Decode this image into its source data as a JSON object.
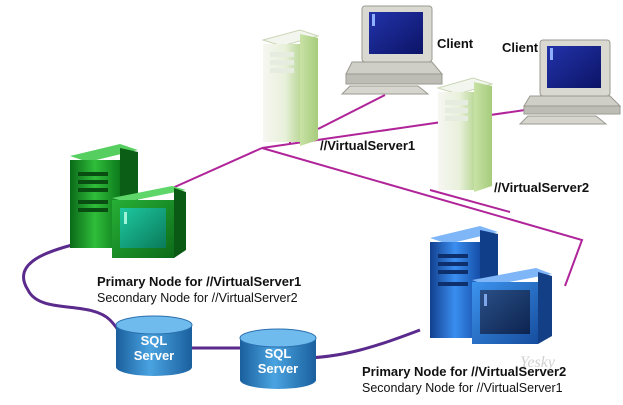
{
  "labels": {
    "client_1": "Client",
    "client_2": "Client",
    "virtual_server_1": "//VirtualServer1",
    "virtual_server_2": "//VirtualServer2",
    "node1_primary": "Primary Node for //VirtualServer1",
    "node1_secondary": "Secondary Node for //VirtualServer2",
    "node2_primary": "Primary Node for //VirtualServer2",
    "node2_secondary": "Secondary Node for //VirtualServer1"
  },
  "databases": [
    {
      "line1": "SQL",
      "line2": "Server"
    },
    {
      "line1": "SQL",
      "line2": "Server"
    }
  ],
  "watermark": "Yesky",
  "colors": {
    "network_line": "#b0249a",
    "storage_link": "#5a2a8c",
    "node1_tower": "#1f9a2a",
    "node2_tower": "#1d5fc0",
    "database": "#2e84c4",
    "virtual_server": "#cfe6b0"
  }
}
